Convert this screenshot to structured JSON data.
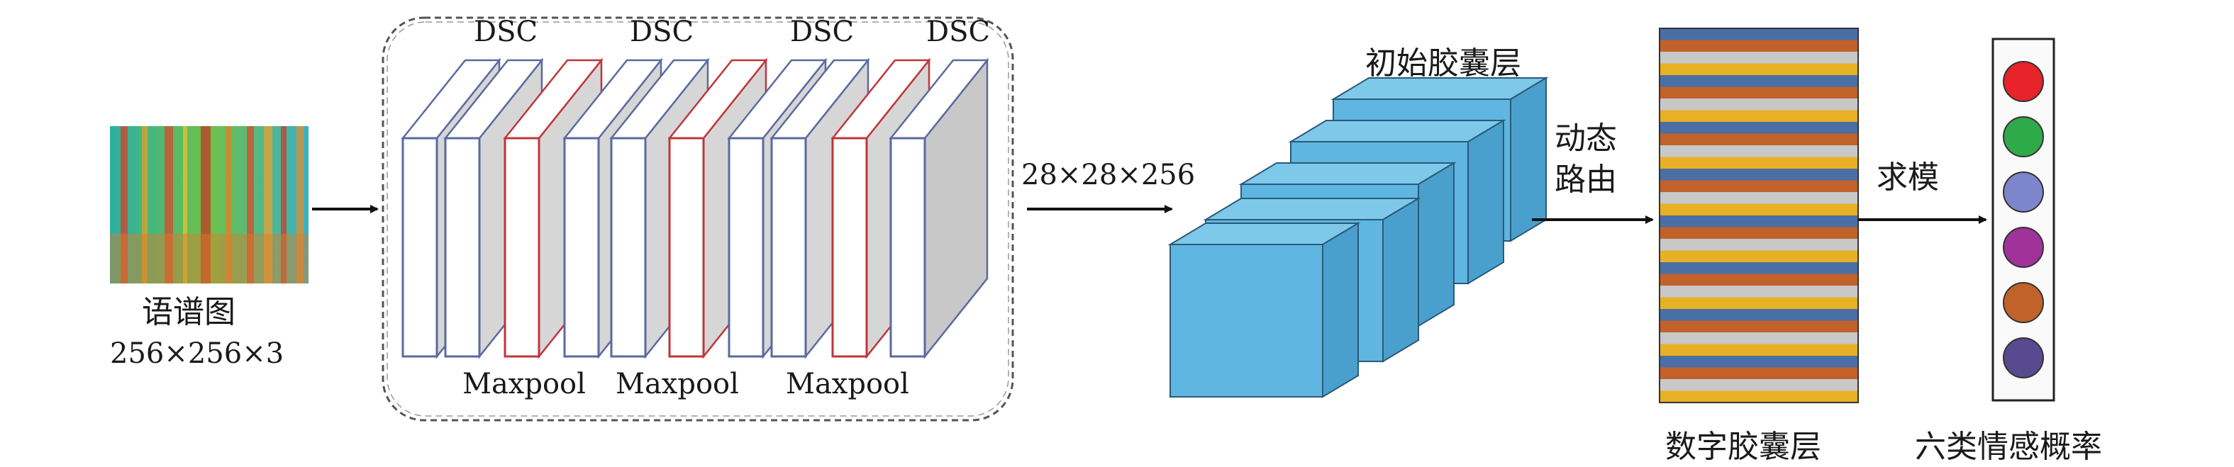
{
  "input": {
    "caption": "语谱图",
    "dims": "256×256×3"
  },
  "cnn_block": {
    "dsc_labels": [
      "DSC",
      "DSC",
      "DSC",
      "DSC"
    ],
    "maxpool_labels": [
      "Maxpool",
      "Maxpool",
      "Maxpool"
    ]
  },
  "feature_dims": "28×28×256",
  "primary_caps": {
    "label": "初始胶囊层"
  },
  "routing": {
    "line1": "动态",
    "line2": "路由"
  },
  "digit_caps": {
    "label": "数字胶囊层",
    "stripe_colors": [
      "#4a6fa5",
      "#c0622a",
      "#c8c8c8",
      "#e8b025"
    ]
  },
  "norm": {
    "label": "求模"
  },
  "output": {
    "label": "六类情感概率",
    "circle_colors": [
      "#e8232a",
      "#2eaa4a",
      "#7b86cc",
      "#a0329a",
      "#c0622a",
      "#574a8f"
    ]
  },
  "colors": {
    "accent_red": "#c0353a",
    "slab_border": "#5a6aa0",
    "slab_side": "#c8c8c8",
    "cube_face": "#5fb6e0"
  }
}
